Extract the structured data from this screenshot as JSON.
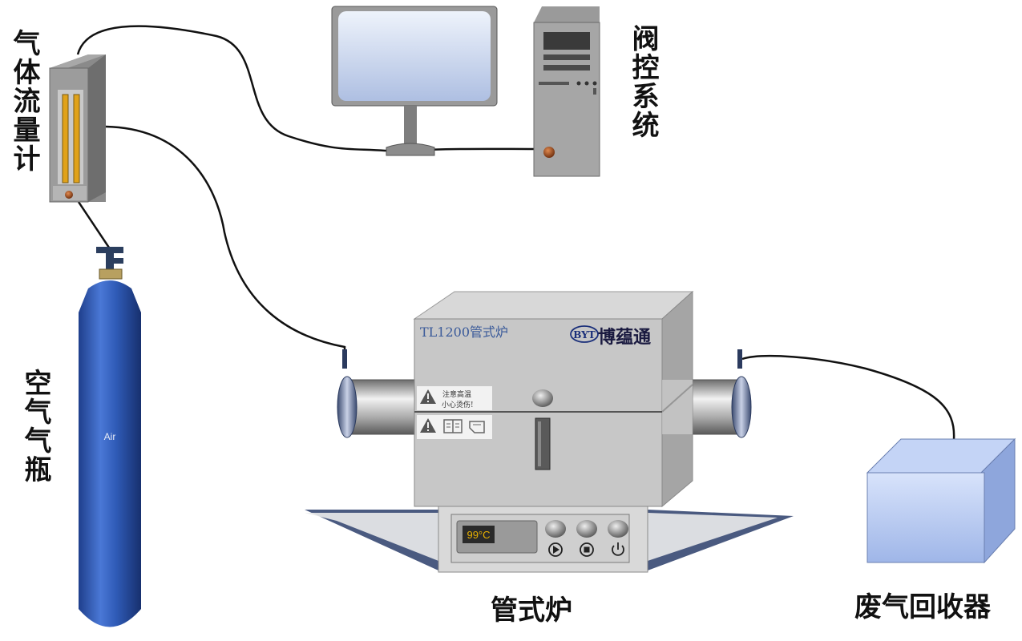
{
  "labels": {
    "flowmeter": "气体流量计",
    "control_system": "阀控系统",
    "cylinder": "空气气瓶",
    "furnace": "管式炉",
    "collector": "废气回收器"
  },
  "cylinder": {
    "gas": "Air"
  },
  "furnace": {
    "model": "TL1200管式炉",
    "brand_logo": "BYT",
    "brand_name": "博蕴通",
    "warning_line1": "注意高温",
    "warning_line2": "小心烫伤!",
    "display_value": "99°C",
    "button_icons": [
      "play-icon",
      "stop-icon",
      "power-icon"
    ]
  },
  "colors": {
    "cylinder_blue": "#2f5bb7",
    "flowmeter_tube": "#e0a21a",
    "collector_blue": "#a9c0ee",
    "furnace_gray": "#c8c8c8",
    "display_text": "#e8b000"
  }
}
